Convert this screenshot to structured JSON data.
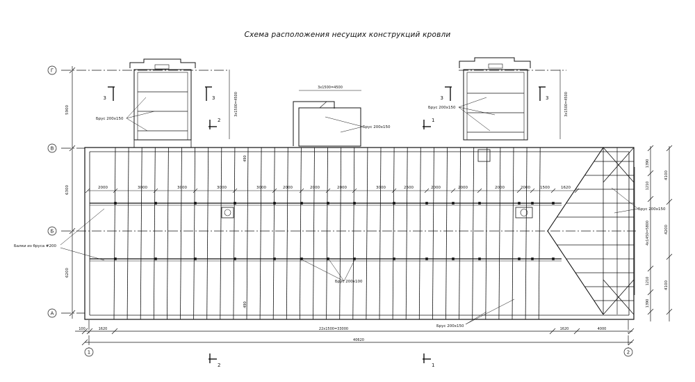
{
  "title": "Схема расположения несущих конструкций кровли",
  "axes": {
    "rows": [
      {
        "id": "row-g",
        "label": "Г"
      },
      {
        "id": "row-v",
        "label": "В"
      },
      {
        "id": "row-b",
        "label": "Б"
      },
      {
        "id": "row-a",
        "label": "А"
      }
    ],
    "columns": [
      {
        "id": "col-1",
        "label": "1"
      },
      {
        "id": "col-2",
        "label": "2"
      }
    ]
  },
  "dimensions": {
    "left_vertical": [
      "5900",
      "6300",
      "6200"
    ],
    "right_vertical_outer": [
      "4100",
      "4200",
      "4100"
    ],
    "right_vertical_inner": [
      "1390",
      "1210",
      "4x1450=5800",
      "1210",
      "1390"
    ],
    "top_spacing": [
      "2000",
      "3000",
      "3000",
      "3000",
      "3000",
      "2000",
      "2000",
      "2000",
      "3000",
      "2500",
      "2000",
      "2000",
      "2000",
      "2000",
      "1500",
      "1620"
    ],
    "bottom_row1": [
      "100",
      "1620",
      "22x1500=33000",
      "1620",
      "4000"
    ],
    "bottom_total": "40620",
    "tower_vertical": "3x1500=4500",
    "center_top": "3x1500=4500",
    "beam_offsets": [
      "490",
      "490"
    ]
  },
  "labels": {
    "brus_200x150": "Брус 200х150",
    "brus_200x100": "Брус 200х100",
    "balki": "Балки из бруса #200"
  },
  "sections": {
    "s3": "3",
    "s2": "2",
    "s1": "1"
  }
}
